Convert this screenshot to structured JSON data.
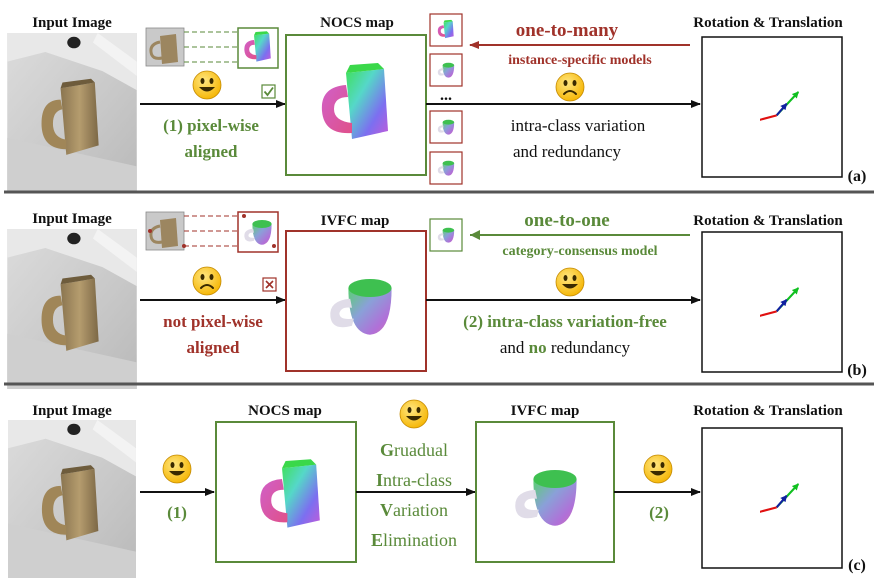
{
  "colors": {
    "green": "#5a8a3a",
    "red": "#a0322a",
    "divider": "#555555"
  },
  "panel_a": {
    "input_title": "Input Image",
    "map_title": "NOCS map",
    "rt_title": "Rotation & Translation",
    "step_label": "(1) pixel-wise",
    "step_label2": "aligned",
    "mapping": "one-to-many",
    "models": "instance-specific models",
    "variation1": "intra-class variation",
    "variation2": "and redundancy",
    "ellipsis": "...",
    "check_icon": "check-box-icon",
    "tag": "(a)"
  },
  "panel_b": {
    "input_title": "Input Image",
    "map_title": "IVFC map",
    "rt_title": "Rotation & Translation",
    "step_label": "not pixel-wise",
    "step_label2": "aligned",
    "mapping": "one-to-one",
    "models": "category-consensus model",
    "variation_prefix": "(2) intra-class variation-",
    "variation_free": "free",
    "variation2_prefix": "and ",
    "variation2_no": "no",
    "variation2_suffix": " redundancy",
    "cross_icon": "cross-box-icon",
    "tag": "(b)"
  },
  "panel_c": {
    "input_title": "Input Image",
    "map1_title": "NOCS map",
    "map2_title": "IVFC map",
    "rt_title": "Rotation & Translation",
    "step1": "(1)",
    "step2": "(2)",
    "give": [
      {
        "first": "G",
        "rest": "ruadual"
      },
      {
        "first": "I",
        "rest": "ntra-class"
      },
      {
        "first": "V",
        "rest": "ariation"
      },
      {
        "first": "E",
        "rest": "limination"
      }
    ],
    "tag": "(c)"
  }
}
